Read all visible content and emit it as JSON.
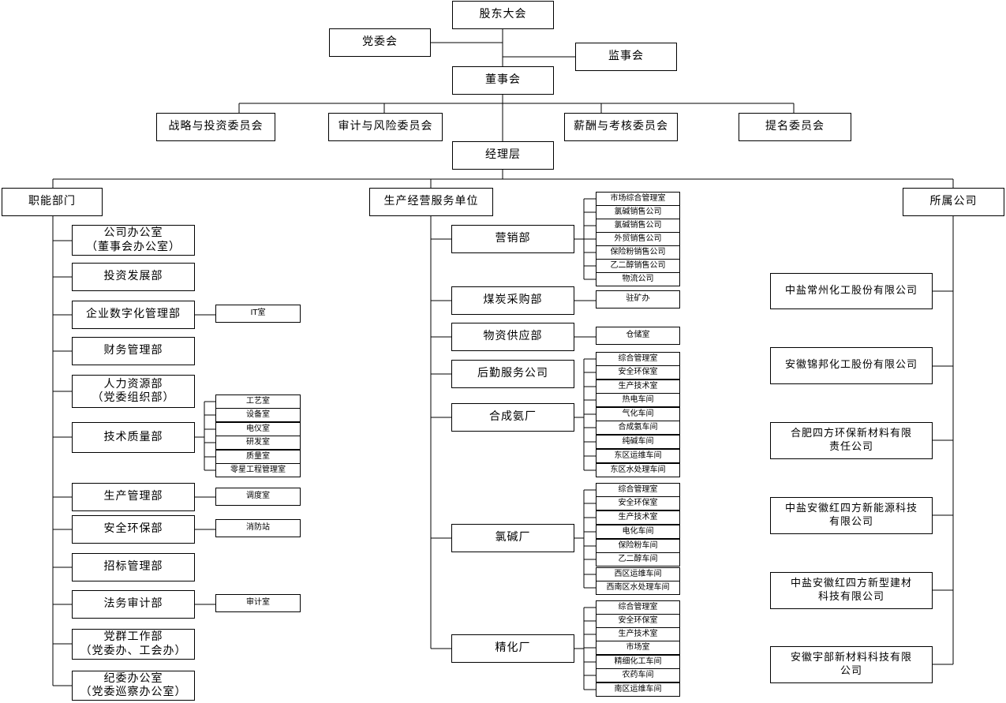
{
  "top": {
    "shareholders": "股东大会",
    "party_committee": "党委会",
    "supervisors": "监事会",
    "board": "董事会",
    "committees": [
      "战略与投资委员会",
      "审计与风险委员会",
      "薪酬与考核委员会",
      "提名委员会"
    ],
    "management": "经理层"
  },
  "functional": {
    "title": "职能部门",
    "departments": [
      {
        "name": "公司办公室\n（董事会办公室）",
        "subs": []
      },
      {
        "name": "投资发展部",
        "subs": []
      },
      {
        "name": "企业数字化管理部",
        "subs": [
          "IT室"
        ]
      },
      {
        "name": "财务管理部",
        "subs": []
      },
      {
        "name": "人力资源部\n（党委组织部）",
        "subs": []
      },
      {
        "name": "技术质量部",
        "subs": [
          "工艺室",
          "设备室",
          "电仪室",
          "研发室",
          "质量室",
          "零星工程管理室"
        ]
      },
      {
        "name": "生产管理部",
        "subs": [
          "调度室"
        ]
      },
      {
        "name": "安全环保部",
        "subs": [
          "消防站"
        ]
      },
      {
        "name": "招标管理部",
        "subs": []
      },
      {
        "name": "法务审计部",
        "subs": [
          "审计室"
        ]
      },
      {
        "name": "党群工作部\n（党委办、工会办）",
        "subs": []
      },
      {
        "name": "纪委办公室\n（党委巡察办公室）",
        "subs": []
      }
    ]
  },
  "production": {
    "title": "生产经营服务单位",
    "units": [
      {
        "name": "营销部",
        "subs": [
          "市场综合管理室",
          "氯碱销售公司",
          "氯碱销售公司",
          "外贸销售公司",
          "保险粉销售公司",
          "乙二醇销售公司",
          "物流公司"
        ]
      },
      {
        "name": "煤炭采购部",
        "subs": [
          "驻矿办"
        ]
      },
      {
        "name": "物资供应部",
        "subs": [
          "仓储室"
        ]
      },
      {
        "name": "后勤服务公司",
        "subs": []
      },
      {
        "name": "合成氨厂",
        "subs": [
          "综合管理室",
          "安全环保室",
          "生产技术室",
          "热电车间",
          "气化车间",
          "合成氨车间",
          "纯碱车间",
          "东区运维车间",
          "东区水处理车间"
        ]
      },
      {
        "name": "氯碱厂",
        "subs": [
          "综合管理室",
          "安全环保室",
          "生产技术室",
          "电化车间",
          "保险粉车间",
          "乙二醇车间",
          "西区运维车间",
          "西南区水处理车间"
        ]
      },
      {
        "name": "精化厂",
        "subs": [
          "综合管理室",
          "安全环保室",
          "生产技术室",
          "市场室",
          "精细化工车间",
          "农药车间",
          "南区运维车间"
        ]
      }
    ]
  },
  "affiliates": {
    "title": "所属公司",
    "companies": [
      "中盐常州化工股份有限公司",
      "安徽锦邦化工股份有限公司",
      "合肥四方环保新材料有限\n责任公司",
      "中盐安徽红四方新能源科技\n有限公司",
      "中盐安徽红四方新型建材\n科技有限公司",
      "安徽宇部新材料科技有限\n公司"
    ]
  }
}
